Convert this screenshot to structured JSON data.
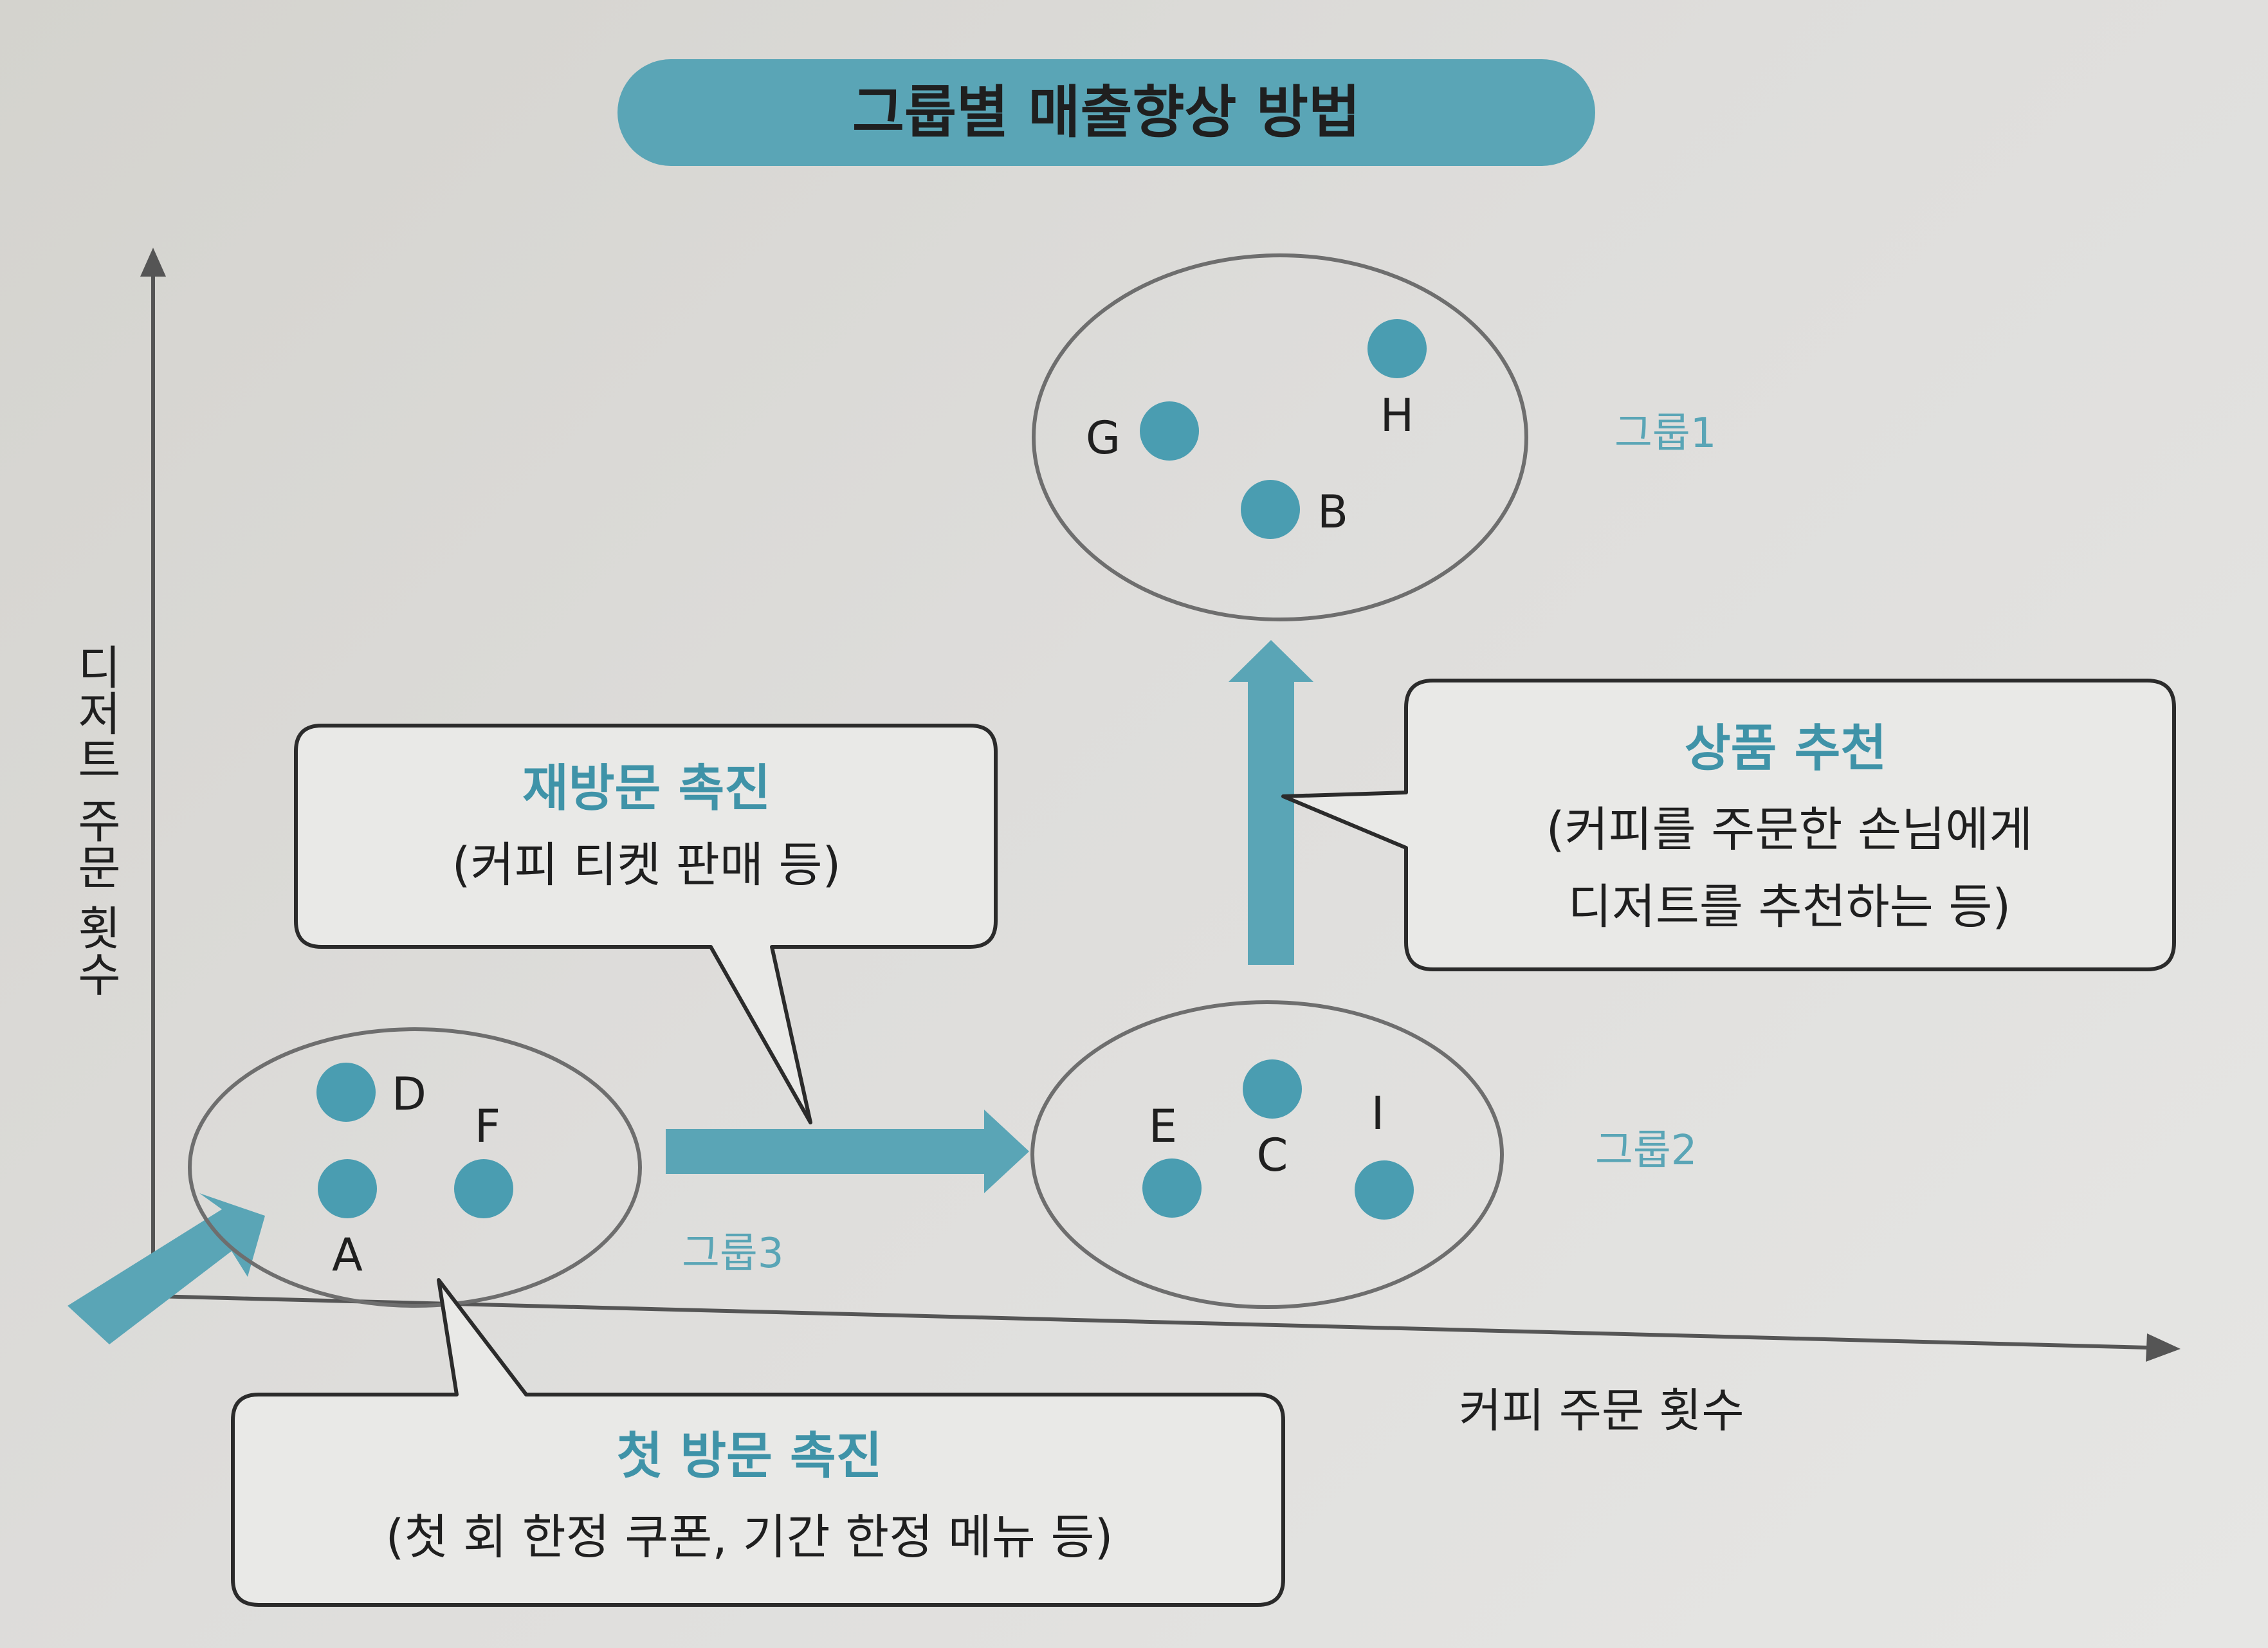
{
  "title": "그룹별 매출향상 방법",
  "colors": {
    "accent": "#5aa5b6",
    "accent_dark": "#3f93a8",
    "ink": "#1f1f1f",
    "outline": "#666666"
  },
  "axes": {
    "x_label": "커피 주문 횟수",
    "y_label": "디저트 주문 횟수"
  },
  "groups": [
    {
      "label": "그룹1",
      "members": [
        "G",
        "H",
        "B"
      ]
    },
    {
      "label": "그룹2",
      "members": [
        "E",
        "C",
        "I"
      ]
    },
    {
      "label": "그룹3",
      "members": [
        "D",
        "F",
        "A"
      ]
    }
  ],
  "points": [
    "A",
    "B",
    "C",
    "D",
    "E",
    "F",
    "G",
    "H",
    "I"
  ],
  "callouts": {
    "revisit": {
      "title": "재방문 촉진",
      "body": "(커피 티켓 판매 등)"
    },
    "recommend": {
      "title": "상품 추천",
      "body_line1": "(커피를 주문한 손님에게",
      "body_line2": "디저트를 추천하는 등)"
    },
    "first_visit": {
      "title": "첫 방문 촉진",
      "body": "(첫 회 한정 쿠폰, 기간 한정 메뉴 등)"
    }
  }
}
